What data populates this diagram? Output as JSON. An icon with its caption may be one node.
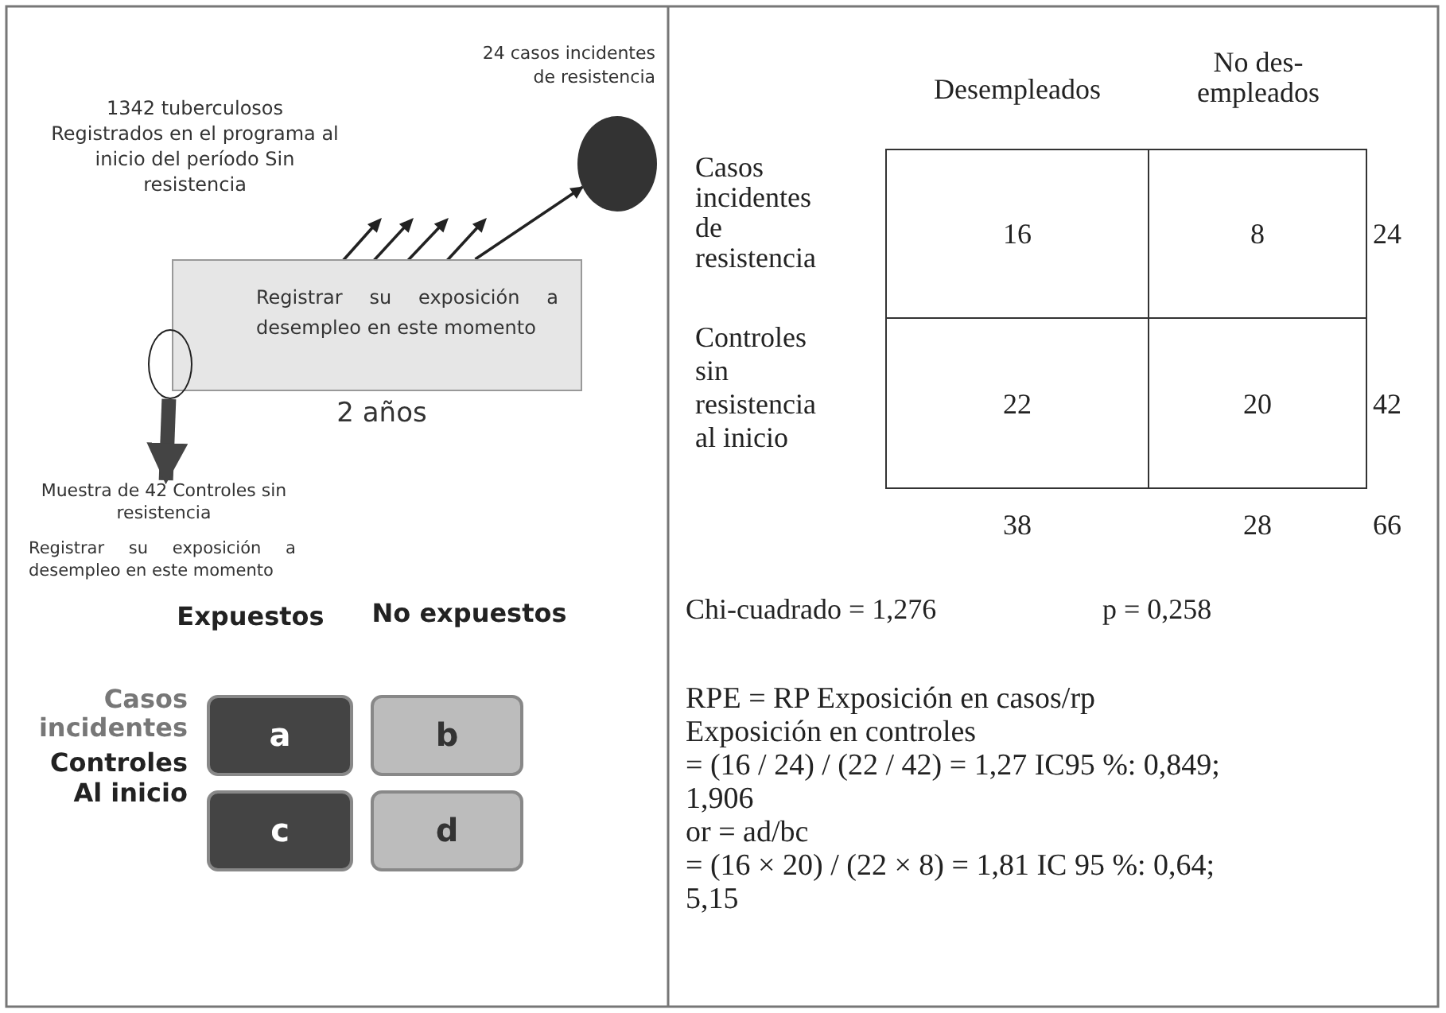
{
  "diagram": {
    "nodes": [
      {
        "text": [
          "Registrar su exposición a desempleo en este momento"
        ],
        "beside": [
          "2 años"
        ]
      },
      {
        "text": [],
        "shape": "circle",
        "beside": [
          "24 casos incidentes de resistencia"
        ]
      },
      {
        "text": [],
        "shape": "ellipse"
      },
      {
        "text": [
          "Muestra de 42 Controles sin resistencia",
          "Registrar su exposición a desempleo en este momento"
        ]
      },
      {
        "text": [
          "a"
        ]
      },
      {
        "text": [
          "b"
        ]
      },
      {
        "text": [
          "c"
        ]
      },
      {
        "text": [
          "d"
        ]
      }
    ],
    "edges": [
      {
        "from": 0,
        "to": 1,
        "arrow": "to"
      },
      {
        "from": 2,
        "to": 3,
        "arrow": "to",
        "style": "thick"
      }
    ],
    "labels": [
      "1342 tuberculosos Registrados en el programa al inicio del período Sin resistencia",
      "Expuestos",
      "No expuestos",
      "Casos incidentes",
      "Controles Al inicio",
      "Desempleados",
      "No des- empleados",
      "Casos incidentes de resistencia",
      "16",
      "8",
      "24",
      "Controles sin resistencia al inicio",
      "22",
      "20",
      "42",
      "38",
      "28",
      "66",
      "Chi-cuadrado = 1,276",
      "p = 0,258",
      "RPE = RP Exposición en casos/rp Exposición en controles",
      "= (16 / 24) / (22 / 42) = 1,27 IC95 %: 0,849; 1,906",
      "or = ad/bc",
      "= (16 × 20) / (22 × 8) = 1,81 IC 95 %: 0,64; 5,15"
    ]
  }
}
